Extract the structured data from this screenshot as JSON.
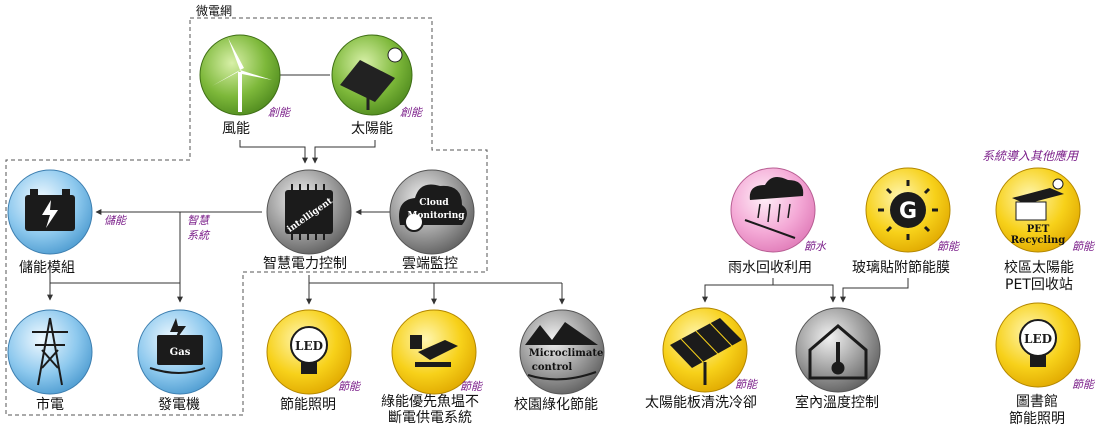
{
  "microgrid": {
    "title": "微電網"
  },
  "header_tag": "系統導入其他應用",
  "nodes": {
    "wind": {
      "label": "風能",
      "tag": "創能"
    },
    "solar": {
      "label": "太陽能",
      "tag": "創能"
    },
    "smart_control": {
      "label": "智慧電力控制",
      "inner": "intelligent"
    },
    "cloud": {
      "label": "雲端監控",
      "inner_line1": "Cloud",
      "inner_line2": "Monitoring"
    },
    "storage": {
      "label": "儲能模組"
    },
    "grid": {
      "label": "市電"
    },
    "generator": {
      "label": "發電機",
      "inner": "Gas"
    },
    "led": {
      "label": "節能照明",
      "tag": "節能",
      "inner": "LED"
    },
    "fish": {
      "line1": "綠能優先魚塭不",
      "line2": "斷電供電系統",
      "tag": "節能"
    },
    "campus_green": {
      "label": "校園綠化節能",
      "inner_line1": "Microclimate",
      "inner_line2": "control"
    },
    "rain": {
      "label": "雨水回收利用",
      "tag": "節水"
    },
    "glass": {
      "label": "玻璃貼附節能膜",
      "tag": "節能"
    },
    "pet": {
      "line1": "校區太陽能",
      "line2": "PET回收站",
      "tag": "節能",
      "inner_line1": "PET",
      "inner_line2": "Recycling"
    },
    "panel_clean": {
      "label": "太陽能板清洗冷卻",
      "tag": "節能"
    },
    "temp": {
      "label": "室內溫度控制"
    },
    "library": {
      "line1": "圖書館",
      "line2": "節能照明",
      "tag": "節能",
      "inner": "LED"
    }
  },
  "edge_tags": {
    "storage_edge": "儲能",
    "smart_line1": "智慧",
    "smart_line2": "系統"
  },
  "colors": {
    "green": "#7db83a",
    "grey": "#8d8d8d",
    "blue": "#8ec9ee",
    "yellow": "#f7d11a",
    "pink": "#f4a9d6",
    "tag": "#7b1f8a"
  }
}
